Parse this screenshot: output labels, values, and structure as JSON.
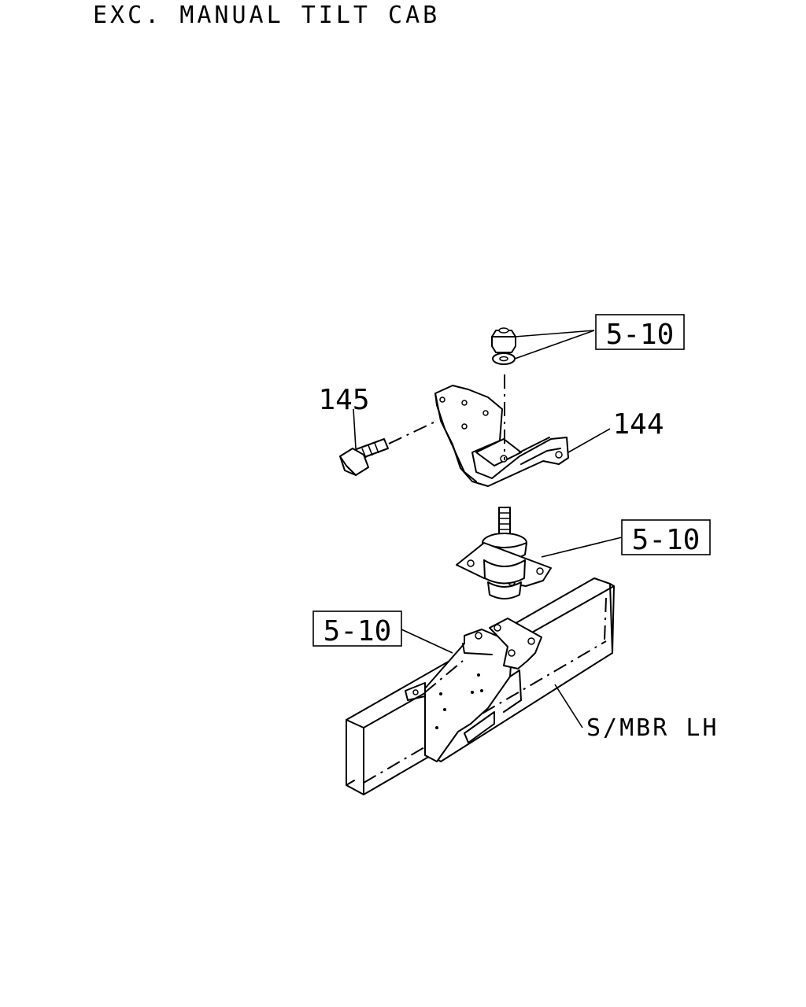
{
  "title": "EXC. MANUAL TILT CAB",
  "callouts": {
    "nut_washer_ref": "5-10",
    "mount_ref": "5-10",
    "bracket_ref": "5-10",
    "bolt": "145",
    "cab_bracket": "144",
    "frame": "S/MBR LH"
  }
}
